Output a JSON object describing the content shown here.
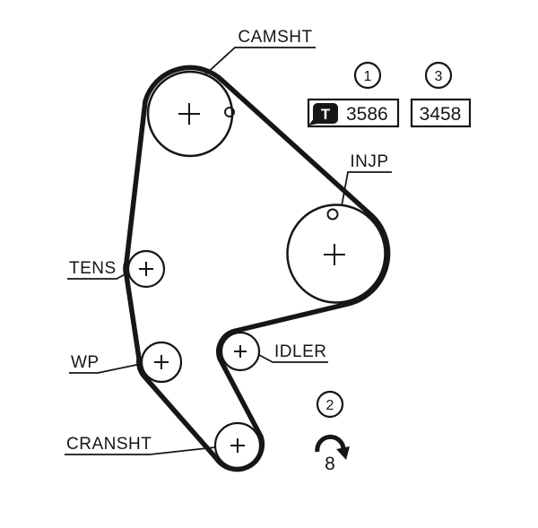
{
  "labels": {
    "camshaft": "CAMSHT",
    "injection_pump": "INJP",
    "tensioner": "TENS",
    "water_pump": "WP",
    "idler": "IDLER",
    "crankshaft": "CRANSHT"
  },
  "annotations": {
    "ref_1": "1",
    "ref_2": "2",
    "ref_3": "3",
    "part_number_1": "3586",
    "part_number_3": "3458",
    "logo_letter": "T",
    "rotation_count": "8"
  },
  "colors": {
    "line": "#161616",
    "background": "#ffffff"
  }
}
